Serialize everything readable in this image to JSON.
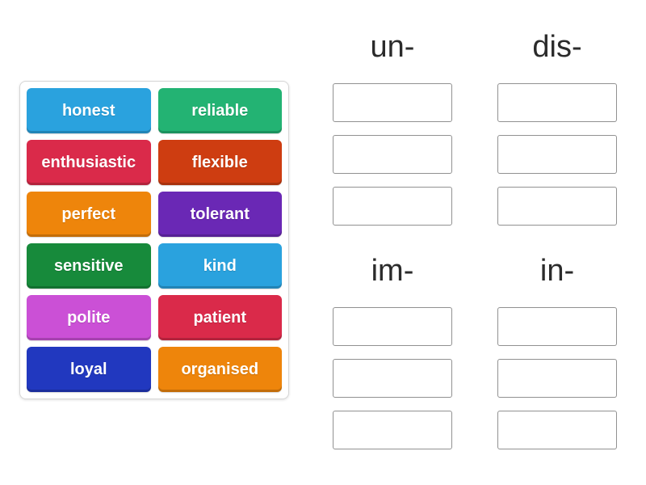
{
  "activity": {
    "type": "group-sort",
    "background_color": "#ffffff",
    "header_text_color": "#2b2b2b",
    "slot_border_color": "#919191"
  },
  "word_bank": {
    "tiles": [
      {
        "label": "honest",
        "color": "#2aa2de"
      },
      {
        "label": "reliable",
        "color": "#23b373"
      },
      {
        "label": "enthusiastic",
        "color": "#da2a4a"
      },
      {
        "label": "flexible",
        "color": "#ce3d11"
      },
      {
        "label": "perfect",
        "color": "#ee850b"
      },
      {
        "label": "tolerant",
        "color": "#6a28b5"
      },
      {
        "label": "sensitive",
        "color": "#178a3b"
      },
      {
        "label": "kind",
        "color": "#2aa2de"
      },
      {
        "label": "polite",
        "color": "#cb50d6"
      },
      {
        "label": "patient",
        "color": "#da2a4a"
      },
      {
        "label": "loyal",
        "color": "#2138bf"
      },
      {
        "label": "organised",
        "color": "#ee850b"
      }
    ]
  },
  "groups": [
    {
      "label": "un-",
      "empty_slots": 3
    },
    {
      "label": "dis-",
      "empty_slots": 3
    },
    {
      "label": "im-",
      "empty_slots": 3
    },
    {
      "label": "in-",
      "empty_slots": 3
    }
  ]
}
